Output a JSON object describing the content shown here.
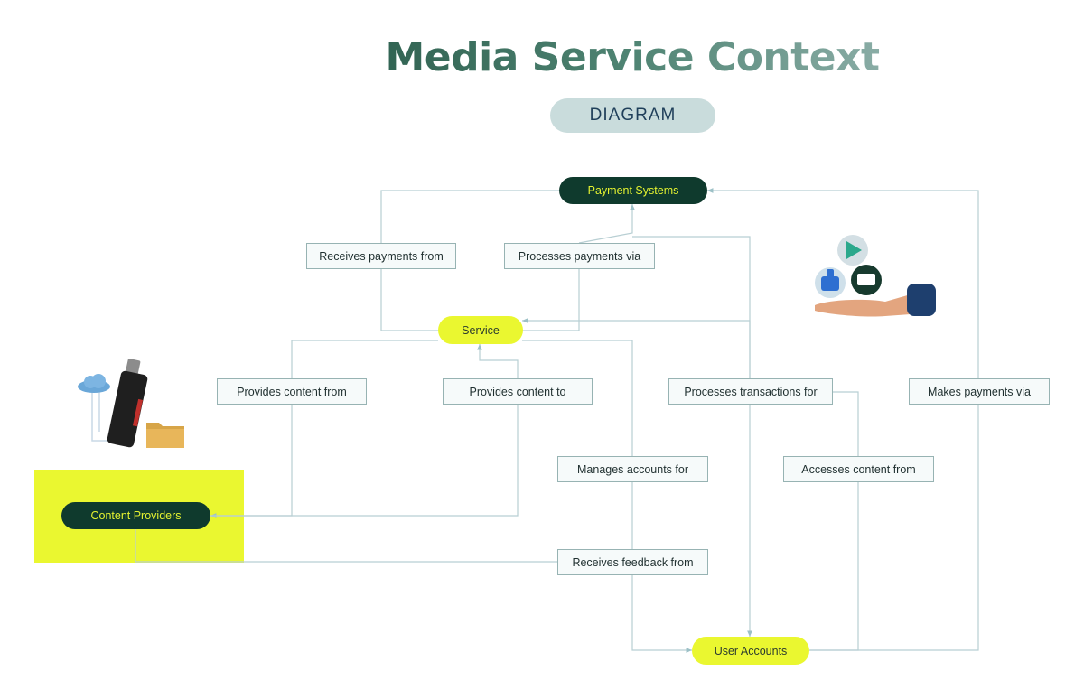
{
  "title": "Media Service Context",
  "subtitle": "DIAGRAM",
  "nodes": {
    "payment_systems": "Payment Systems",
    "service": "Service",
    "content_providers": "Content Providers",
    "user_accounts": "User Accounts"
  },
  "relations": {
    "receives_payments_from": "Receives payments from",
    "processes_payments_via": "Processes payments via",
    "provides_content_from": "Provides content from",
    "provides_content_to": "Provides content to",
    "processes_transactions_for": "Processes transactions for",
    "makes_payments_via": "Makes payments via",
    "manages_accounts_for": "Manages accounts for",
    "accesses_content_from": "Accesses content from",
    "receives_feedback_from": "Receives feedback from"
  },
  "colors": {
    "dark_node": "#0f3a2d",
    "lime": "#eaf730",
    "edge": "#b8cfd3"
  },
  "icons": [
    "usb-drive-icon",
    "cloud-icon",
    "folder-icon",
    "hand-icon",
    "like-icon",
    "play-icon",
    "message-icon"
  ]
}
